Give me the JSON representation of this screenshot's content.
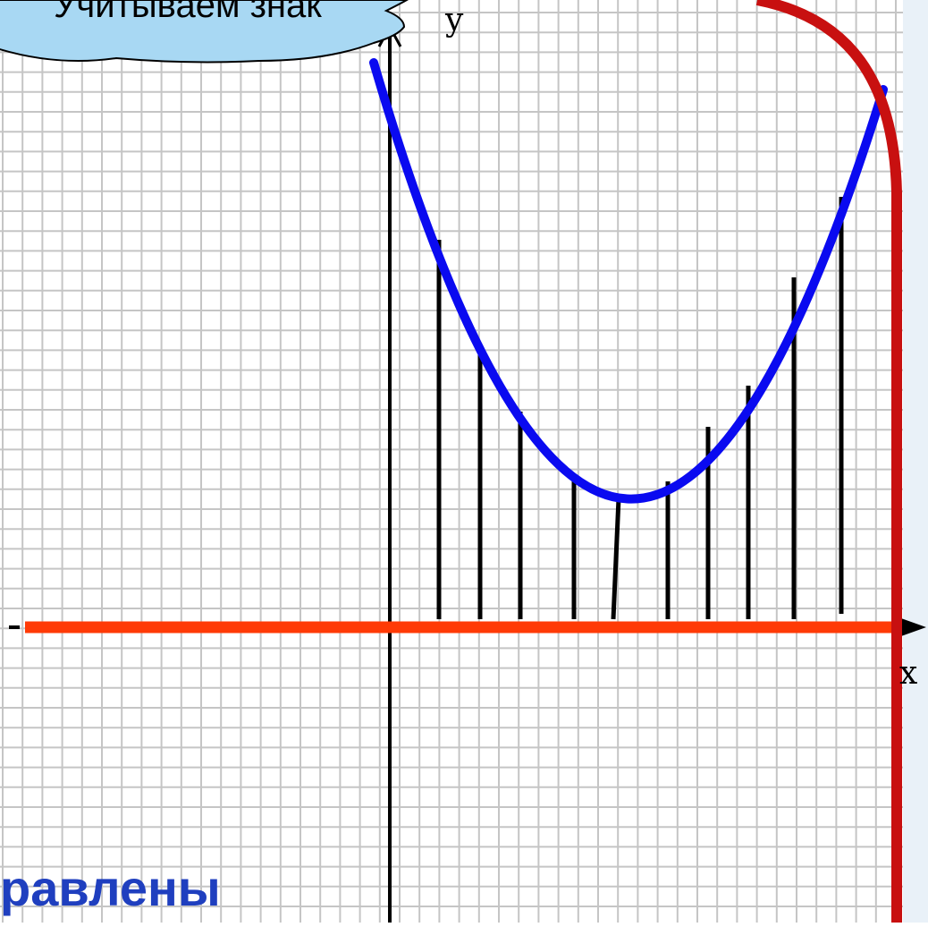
{
  "diagram": {
    "bubble_text": "Учитываем знак",
    "y_axis_label": "y",
    "x_axis_label": "x",
    "bottom_text": "равлены",
    "colors": {
      "grid": "#c5c5c5",
      "background": "#ffffff",
      "border_strip": "#e9f1f8",
      "curve": "#0a0af0",
      "x_axis": "#ff3a06",
      "y_axis": "#000000",
      "bars": "#000000",
      "frame": "#c81010",
      "bubble_fill": "#a8d8f3",
      "bottom_text": "#1f3fbf"
    }
  }
}
